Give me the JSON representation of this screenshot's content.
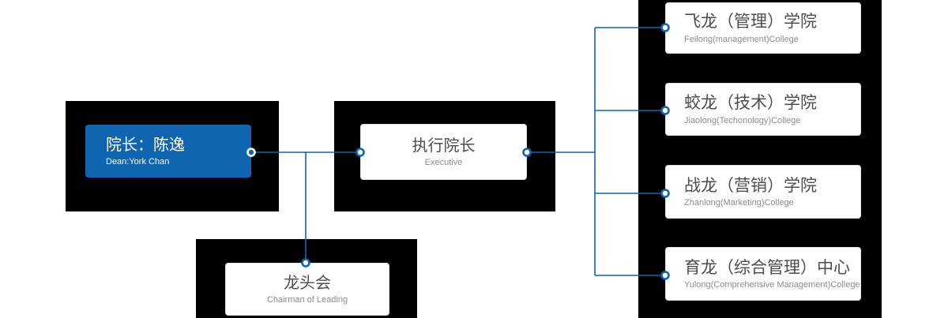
{
  "colors": {
    "accent_blue": "#0f65b0",
    "backdrop_black": "#000000",
    "node_background": "#ffffff",
    "title_text": "#4d4d4d",
    "subtitle_text": "#8c8c8c",
    "dean_text": "#ffffff"
  },
  "nodes": {
    "dean": {
      "title": "院长：陈逸",
      "subtitle": "Dean:York Chan"
    },
    "executive": {
      "title": "执行院长",
      "subtitle": "Executive"
    },
    "chairman": {
      "title": "龙头会",
      "subtitle": "Chairman of Leading"
    },
    "colleges": [
      {
        "title": "飞龙（管理）学院",
        "subtitle": "Feilong(management)College"
      },
      {
        "title": "蛟龙（技术）学院",
        "subtitle": "Jiaolong(Techonology)College"
      },
      {
        "title": "战龙（营销）学院",
        "subtitle": "Zhanlong(Marketing)College"
      },
      {
        "title": "育龙（综合管理）中心",
        "subtitle": "Yulong(Comprehensive Management)College"
      }
    ]
  }
}
